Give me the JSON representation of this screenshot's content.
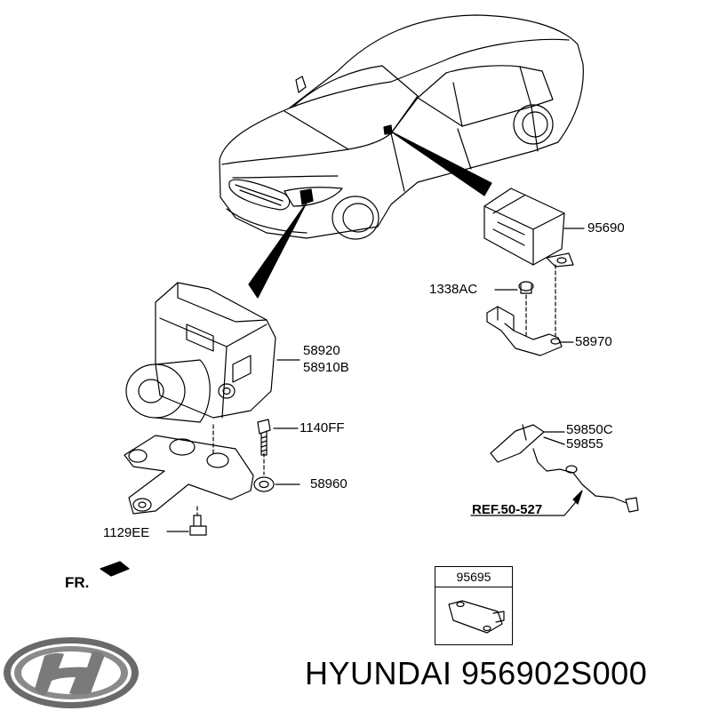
{
  "labels": {
    "p95690": "95690",
    "p1338ac": "1338AC",
    "p58970": "58970",
    "p58920": "58920",
    "p58910b": "58910B",
    "p1140ff": "1140FF",
    "p58960": "58960",
    "p1129ee": "1129EE",
    "p59850c": "59850C",
    "p59855": "59855",
    "ref": "REF.50-527",
    "fr": "FR.",
    "p95695": "95695"
  },
  "footer": {
    "brand_text": "HYUNDAI 956902S000"
  },
  "icons": [
    "hyundai-logo",
    "front-direction-arrow"
  ]
}
